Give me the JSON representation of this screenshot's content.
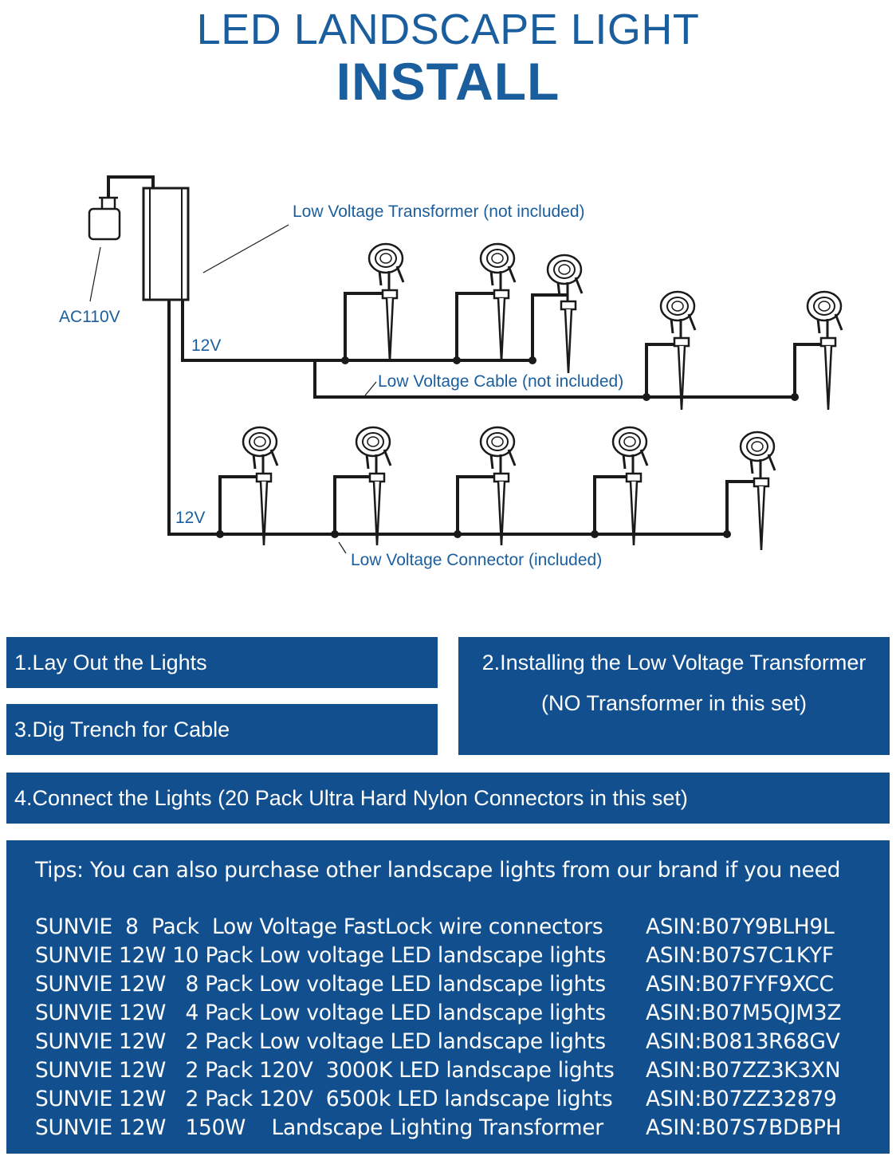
{
  "title": {
    "line1": "LED LANDSCAPE LIGHT",
    "line2": "INSTALL"
  },
  "diagram": {
    "labels": {
      "transformer": "Low Voltage Transformer (not included)",
      "ac": "AC110V",
      "v12_top": "12V",
      "v12_bottom": "12V",
      "cable": "Low Voltage Cable (not included)",
      "connector": "Low Voltage Connector (included)"
    },
    "colors": {
      "line": "#1a1a1a",
      "label": "#1b5e9e"
    }
  },
  "steps": {
    "step1": "1.Lay Out the Lights",
    "step2_line1": "2.Installing the Low Voltage Transformer",
    "step2_line2": "(NO Transformer in this set)",
    "step3": "3.Dig Trench for Cable",
    "step4": "4.Connect the Lights (20 Pack Ultra Hard Nylon Connectors in this set)"
  },
  "tips": {
    "heading": "Tips: You can also purchase other landscape lights from our brand if you need",
    "products": [
      {
        "name": "SUNVIE  8  Pack  Low Voltage FastLock wire connectors",
        "asin": "ASIN:B07Y9BLH9L"
      },
      {
        "name": "SUNVIE 12W 10 Pack Low voltage LED landscape lights",
        "asin": "ASIN:B07S7C1KYF"
      },
      {
        "name": "SUNVIE 12W   8 Pack Low voltage LED landscape lights",
        "asin": "ASIN:B07FYF9XCC"
      },
      {
        "name": "SUNVIE 12W   4 Pack Low voltage LED landscape lights",
        "asin": "ASIN:B07M5QJM3Z"
      },
      {
        "name": "SUNVIE 12W   2 Pack Low voltage LED landscape lights",
        "asin": "ASIN:B0813R68GV"
      },
      {
        "name": "SUNVIE 12W   2 Pack 120V  3000K LED landscape lights",
        "asin": "ASIN:B07ZZ3K3XN"
      },
      {
        "name": "SUNVIE 12W   2 Pack 120V  6500k LED landscape lights",
        "asin": "ASIN:B07ZZ32879"
      },
      {
        "name": "SUNVIE 12W   150W    Landscape Lighting Transformer",
        "asin": "ASIN:B07S7BDBPH"
      }
    ]
  },
  "colors": {
    "title": "#1b5e9e",
    "panel": "#114f8e",
    "panel_text": "#ffffff"
  }
}
